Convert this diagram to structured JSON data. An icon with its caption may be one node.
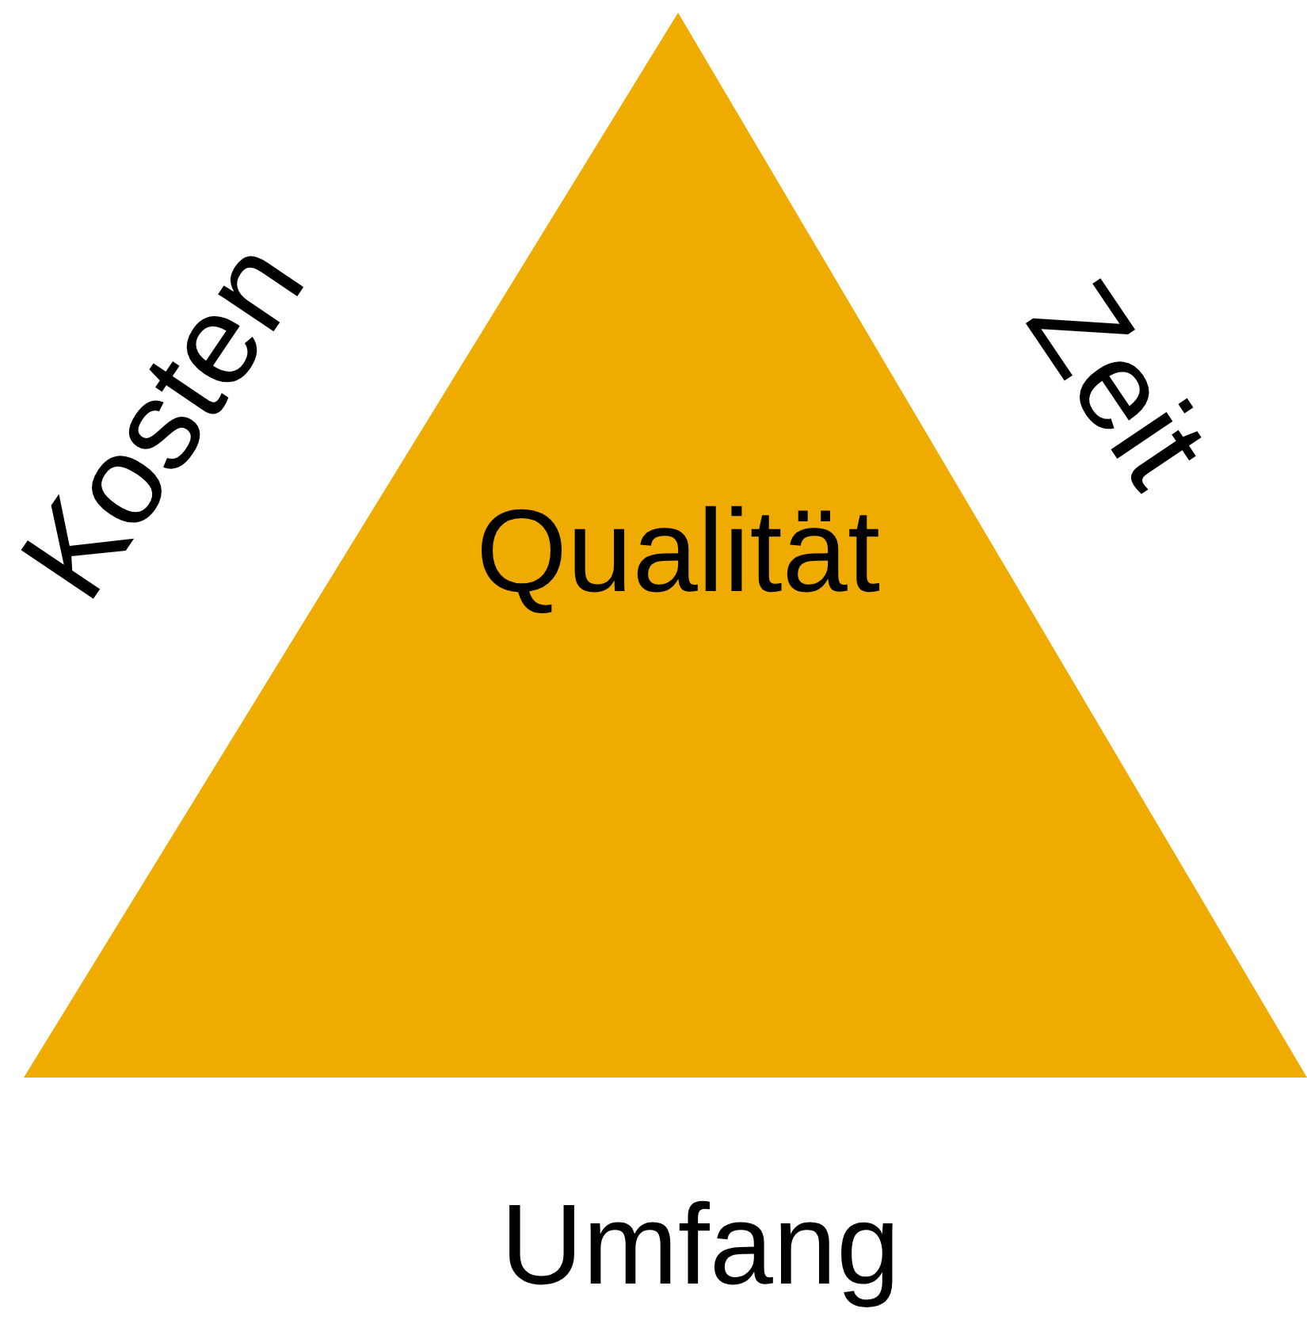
{
  "diagram": {
    "nodes": [
      {
        "text": [
          "Qualität"
        ]
      }
    ],
    "edges": [],
    "labels": [
      "Kosten",
      "Zeit",
      "Umfang"
    ]
  }
}
